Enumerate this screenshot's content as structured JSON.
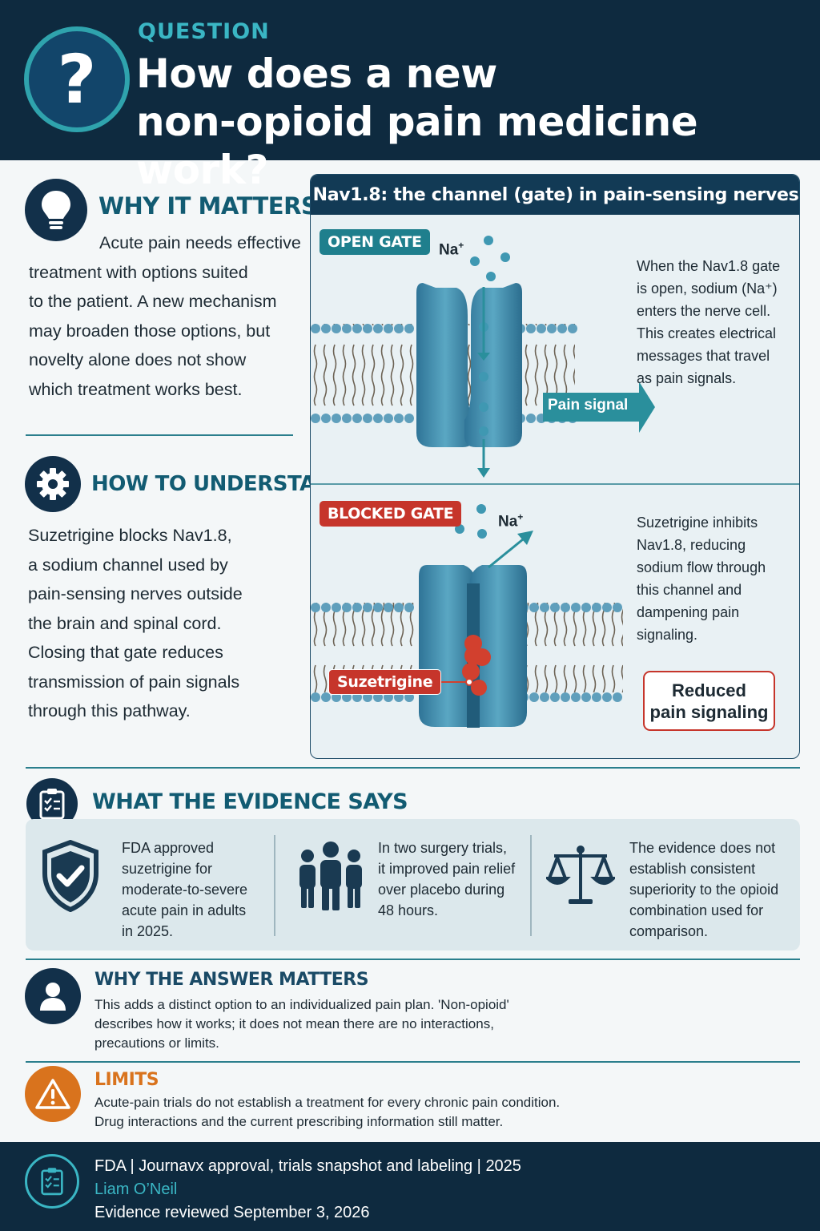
{
  "header": {
    "icon": "question-mark-icon",
    "icon_glyph": "?",
    "label": "QUESTION",
    "title_line1": "How does a new",
    "title_line2": "non-opioid pain medicine work?"
  },
  "why_it_matters": {
    "icon": "lightbulb-icon",
    "title": "WHY IT MATTERS",
    "lines": [
      "Acute pain needs effective",
      "treatment with options suited",
      "to the patient. A new mechanism",
      "may broaden those options, but",
      "novelty alone does not show",
      "which treatment works best."
    ]
  },
  "how_to_understand": {
    "icon": "gear-icon",
    "title": "HOW TO UNDERSTAND IT",
    "lines": [
      "Suzetrigine blocks Nav1.8,",
      "a sodium channel used by",
      "pain-sensing nerves outside",
      "the brain and spinal cord.",
      "Closing that gate reduces",
      "transmission of pain signals",
      "through this pathway."
    ]
  },
  "diagram": {
    "title": "Nav1.8: the channel (gate) in pain-sensing nerves",
    "open_gate": {
      "tag": "OPEN GATE",
      "ion_label": "Na",
      "ion_charge": "+",
      "signal_label": "Pain signal",
      "text_lines": [
        "When the Nav1.8 gate",
        "is open, sodium (Na⁺)",
        "enters the nerve cell.",
        "This creates electrical",
        "messages that travel",
        "as pain signals."
      ]
    },
    "blocked_gate": {
      "tag": "BLOCKED GATE",
      "ion_label": "Na",
      "ion_charge": "+",
      "drug_label": "Suzetrigine",
      "text_lines": [
        "Suzetrigine inhibits",
        "Nav1.8, reducing",
        "sodium flow through",
        "this channel and",
        "dampening pain",
        "signaling."
      ],
      "result_line1": "Reduced",
      "result_line2": "pain signaling"
    },
    "colors": {
      "channel": "#3f8fae",
      "membrane": "#6fa9c2",
      "accent": "#2a8f9c",
      "drug": "#d2402e"
    }
  },
  "evidence": {
    "icon": "clipboard-checklist-icon",
    "title": "WHAT THE EVIDENCE SAYS",
    "items": [
      {
        "icon": "shield-check-icon",
        "lines": [
          "FDA approved",
          "suzetrigine for",
          "moderate-to-severe",
          "acute pain in adults",
          "in 2025."
        ]
      },
      {
        "icon": "people-group-icon",
        "lines": [
          "In two surgery trials,",
          "it improved pain relief",
          "over placebo during",
          "48 hours."
        ]
      },
      {
        "icon": "balance-scale-icon",
        "lines": [
          "The evidence does not",
          "establish consistent",
          "superiority to the opioid",
          "combination used for",
          "comparison."
        ]
      }
    ]
  },
  "why_answer_matters": {
    "icon": "person-icon",
    "title": "WHY THE ANSWER MATTERS",
    "lines": [
      "This adds a distinct option to an individualized pain plan. 'Non-opioid'",
      "describes how it works; it does not mean there are no interactions,",
      "precautions or limits."
    ]
  },
  "limits": {
    "icon": "warning-triangle-icon",
    "title": "LIMITS",
    "lines": [
      "Acute-pain trials do not establish a treatment for every chronic pain condition.",
      "Drug interactions and the current prescribing information still matter."
    ]
  },
  "footer": {
    "icon": "clipboard-checklist-icon",
    "source": "FDA  |  Journavx approval, trials snapshot and labeling  |  2025",
    "author": "Liam O’Neil",
    "reviewed": "Evidence reviewed September 3, 2026"
  },
  "colors": {
    "navy": "#0e2a3f",
    "teal": "#2a8f9c",
    "title_teal": "#125b72",
    "red": "#c6352b",
    "orange": "#d9731d"
  }
}
